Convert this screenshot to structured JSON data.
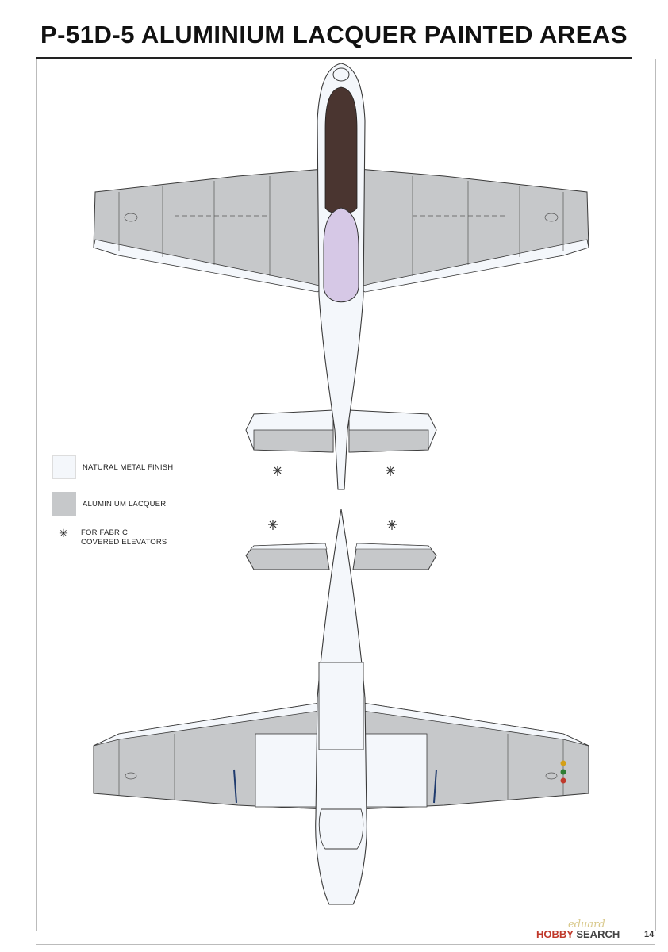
{
  "title": "P-51D-5 ALUMINIUM LACQUER PAINTED AREAS",
  "legend": {
    "natural_metal": {
      "label": "NATURAL METAL FINISH",
      "color": "#f4f7fb"
    },
    "aluminium_lacquer": {
      "label": "ALUMINIUM LACQUER",
      "color": "#c6c8ca"
    },
    "fabric_note": {
      "symbol": "✳",
      "line1": "FOR FABRIC",
      "line2": "COVERED ELEVATORS"
    }
  },
  "colors": {
    "anti_glare": "#4a3530",
    "canopy": "#d6c8e6",
    "outline": "#3a3a3a",
    "nav_red": "#c0392b",
    "nav_green": "#2e7d32",
    "nav_amber": "#d4a017"
  },
  "watermark": "eduard",
  "logo": {
    "part1": "HOBBY",
    "part2": "SEARCH"
  },
  "page_number": "14"
}
